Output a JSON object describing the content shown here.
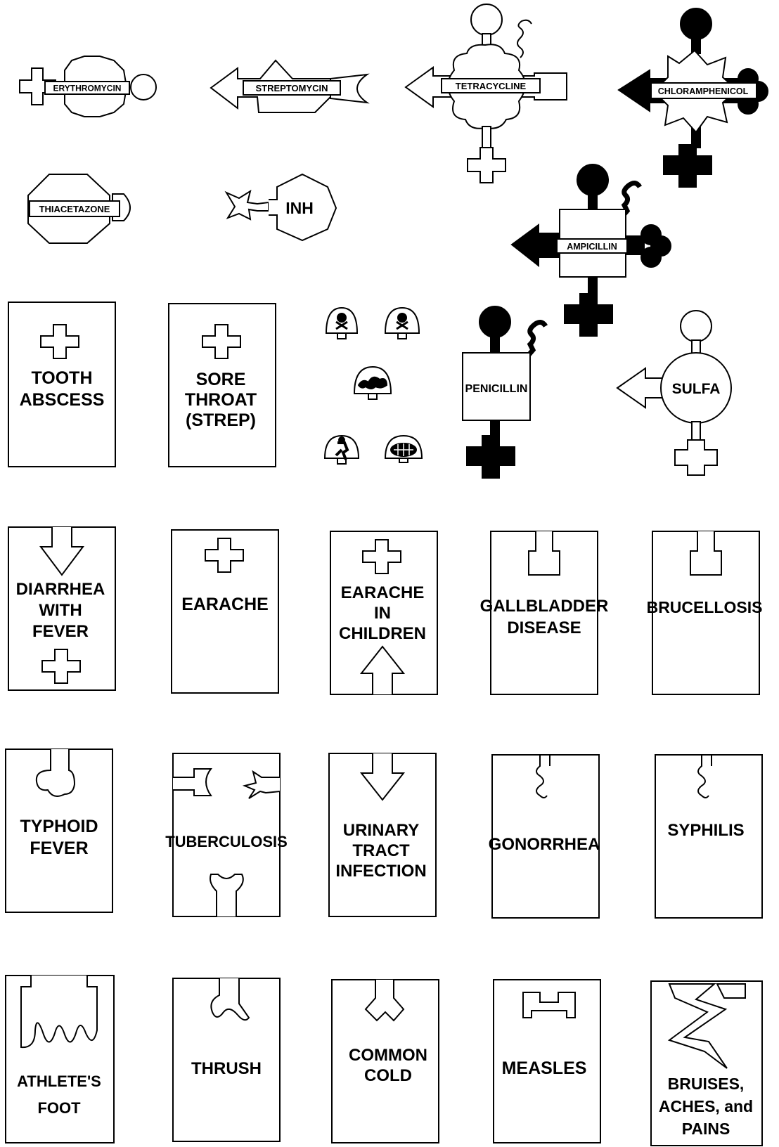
{
  "colors": {
    "ink": "#000000",
    "paper": "#ffffff"
  },
  "medicines": {
    "erythromycin": "ERYTHROMYCIN",
    "streptomycin": "STREPTOMYCIN",
    "tetracycline": "TETRACYCLINE",
    "chloramphenicol": "CHLORAMPHENICOL",
    "thiacetazone": "THIACETAZONE",
    "inh": "INH",
    "ampicillin": "AMPICILLIN",
    "penicillin": "PENICILLIN",
    "sulfa": "SULFA"
  },
  "warning_icons": [
    "skull-icon",
    "skull-icon",
    "brain-icon",
    "figure-icon",
    "kidney-icon"
  ],
  "diseases": {
    "tooth_abscess": [
      "TOOTH",
      "ABSCESS"
    ],
    "sore_throat": [
      "SORE",
      "THROAT",
      "(STREP)"
    ],
    "diarrhea": [
      "DIARRHEA",
      "WITH",
      "FEVER"
    ],
    "earache": [
      "EARACHE"
    ],
    "earache_children": [
      "EARACHE",
      "IN",
      "CHILDREN"
    ],
    "gallbladder": [
      "GALLBLADDER",
      "DISEASE"
    ],
    "brucellosis": [
      "BRUCELLOSIS"
    ],
    "typhoid": [
      "TYPHOID",
      "FEVER"
    ],
    "tuberculosis": [
      "TUBERCULOSIS"
    ],
    "urinary": [
      "URINARY",
      "TRACT",
      "INFECTION"
    ],
    "gonorrhea": [
      "GONORRHEA"
    ],
    "syphilis": [
      "SYPHILIS"
    ],
    "athletes_foot": [
      "ATHLETE'S",
      "FOOT"
    ],
    "thrush": [
      "THRUSH"
    ],
    "common_cold": [
      "COMMON",
      "COLD"
    ],
    "measles": [
      "MEASLES"
    ],
    "bruises": [
      "BRUISES,",
      "ACHES, and",
      "PAINS"
    ]
  }
}
